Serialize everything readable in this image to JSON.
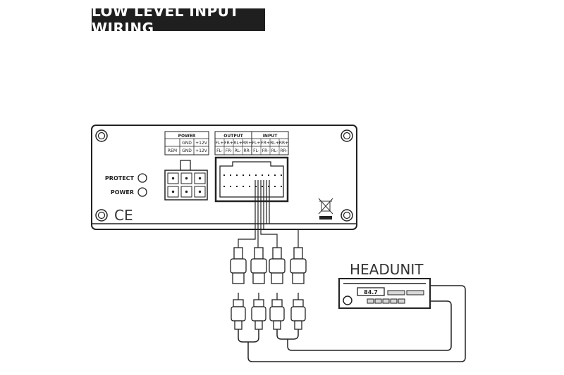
{
  "title": "LOW LEVEL INPUT WIRING",
  "amp": {
    "power_header": "POWER",
    "power_row1": [
      "",
      "GND",
      "+12V"
    ],
    "power_row2": [
      "REM",
      "GND",
      "+12V"
    ],
    "output_header": "OUTPUT",
    "input_header": "INPUT",
    "io_row1": [
      "FL+",
      "FR+",
      "RL+",
      "RR+",
      "FL+",
      "FR+",
      "RL+",
      "RR+"
    ],
    "io_row2": [
      "FL-",
      "FR-",
      "RL-",
      "RR-",
      "FL-",
      "FR-",
      "RL-",
      "RR-"
    ],
    "protect_label": "PROTECT",
    "power_label": "POWER",
    "ce_mark": "CE"
  },
  "headunit": {
    "label": "HEADUNIT",
    "display": "84.7"
  }
}
